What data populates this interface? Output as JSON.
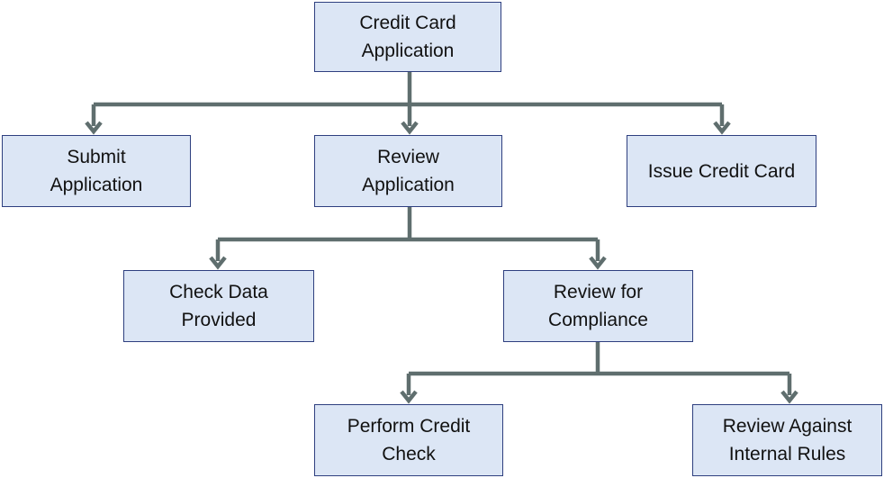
{
  "diagram": {
    "nodes": [
      {
        "id": "credit-card-application",
        "label": "Credit Card\nApplication"
      },
      {
        "id": "submit-application",
        "label": "Submit\nApplication"
      },
      {
        "id": "review-application",
        "label": "Review\nApplication"
      },
      {
        "id": "issue-credit-card",
        "label": "Issue Credit Card"
      },
      {
        "id": "check-data-provided",
        "label": "Check Data\nProvided"
      },
      {
        "id": "review-for-compliance",
        "label": "Review for\nCompliance"
      },
      {
        "id": "perform-credit-check",
        "label": "Perform Credit\nCheck"
      },
      {
        "id": "review-against-internal-rules",
        "label": "Review Against\nInternal Rules"
      }
    ],
    "edges": [
      {
        "from": "credit-card-application",
        "to": "submit-application"
      },
      {
        "from": "credit-card-application",
        "to": "review-application"
      },
      {
        "from": "credit-card-application",
        "to": "issue-credit-card"
      },
      {
        "from": "review-application",
        "to": "check-data-provided"
      },
      {
        "from": "review-application",
        "to": "review-for-compliance"
      },
      {
        "from": "review-for-compliance",
        "to": "perform-credit-check"
      },
      {
        "from": "review-for-compliance",
        "to": "review-against-internal-rules"
      }
    ],
    "colors": {
      "node_fill": "#dce6f5",
      "node_border": "#2e3f7f",
      "connector": "#5f6e6e",
      "text": "#111111"
    }
  }
}
